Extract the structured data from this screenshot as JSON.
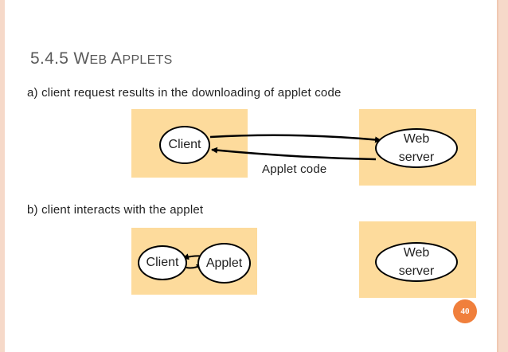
{
  "slide": {
    "title_number": "5.4.5 ",
    "title_w_cap": "W",
    "title_w_rest": "EB ",
    "title_a_cap": "A",
    "title_a_rest": "PPLETS",
    "page_number": "40"
  },
  "part_a": {
    "caption": "a) client request results in the downloading of applet code",
    "client_label": "Client",
    "server_line1": "Web",
    "server_line2": "server",
    "arrow_label": "Applet code"
  },
  "part_b": {
    "caption": "b) client  interacts with the applet",
    "client_label": "Client",
    "applet_label": "Applet",
    "server_line1": "Web",
    "server_line2": "server"
  },
  "colors": {
    "panel_fill": "#fddb9c",
    "badge_fill": "#f07f3c",
    "edge_fill": "#f6d9c9"
  }
}
